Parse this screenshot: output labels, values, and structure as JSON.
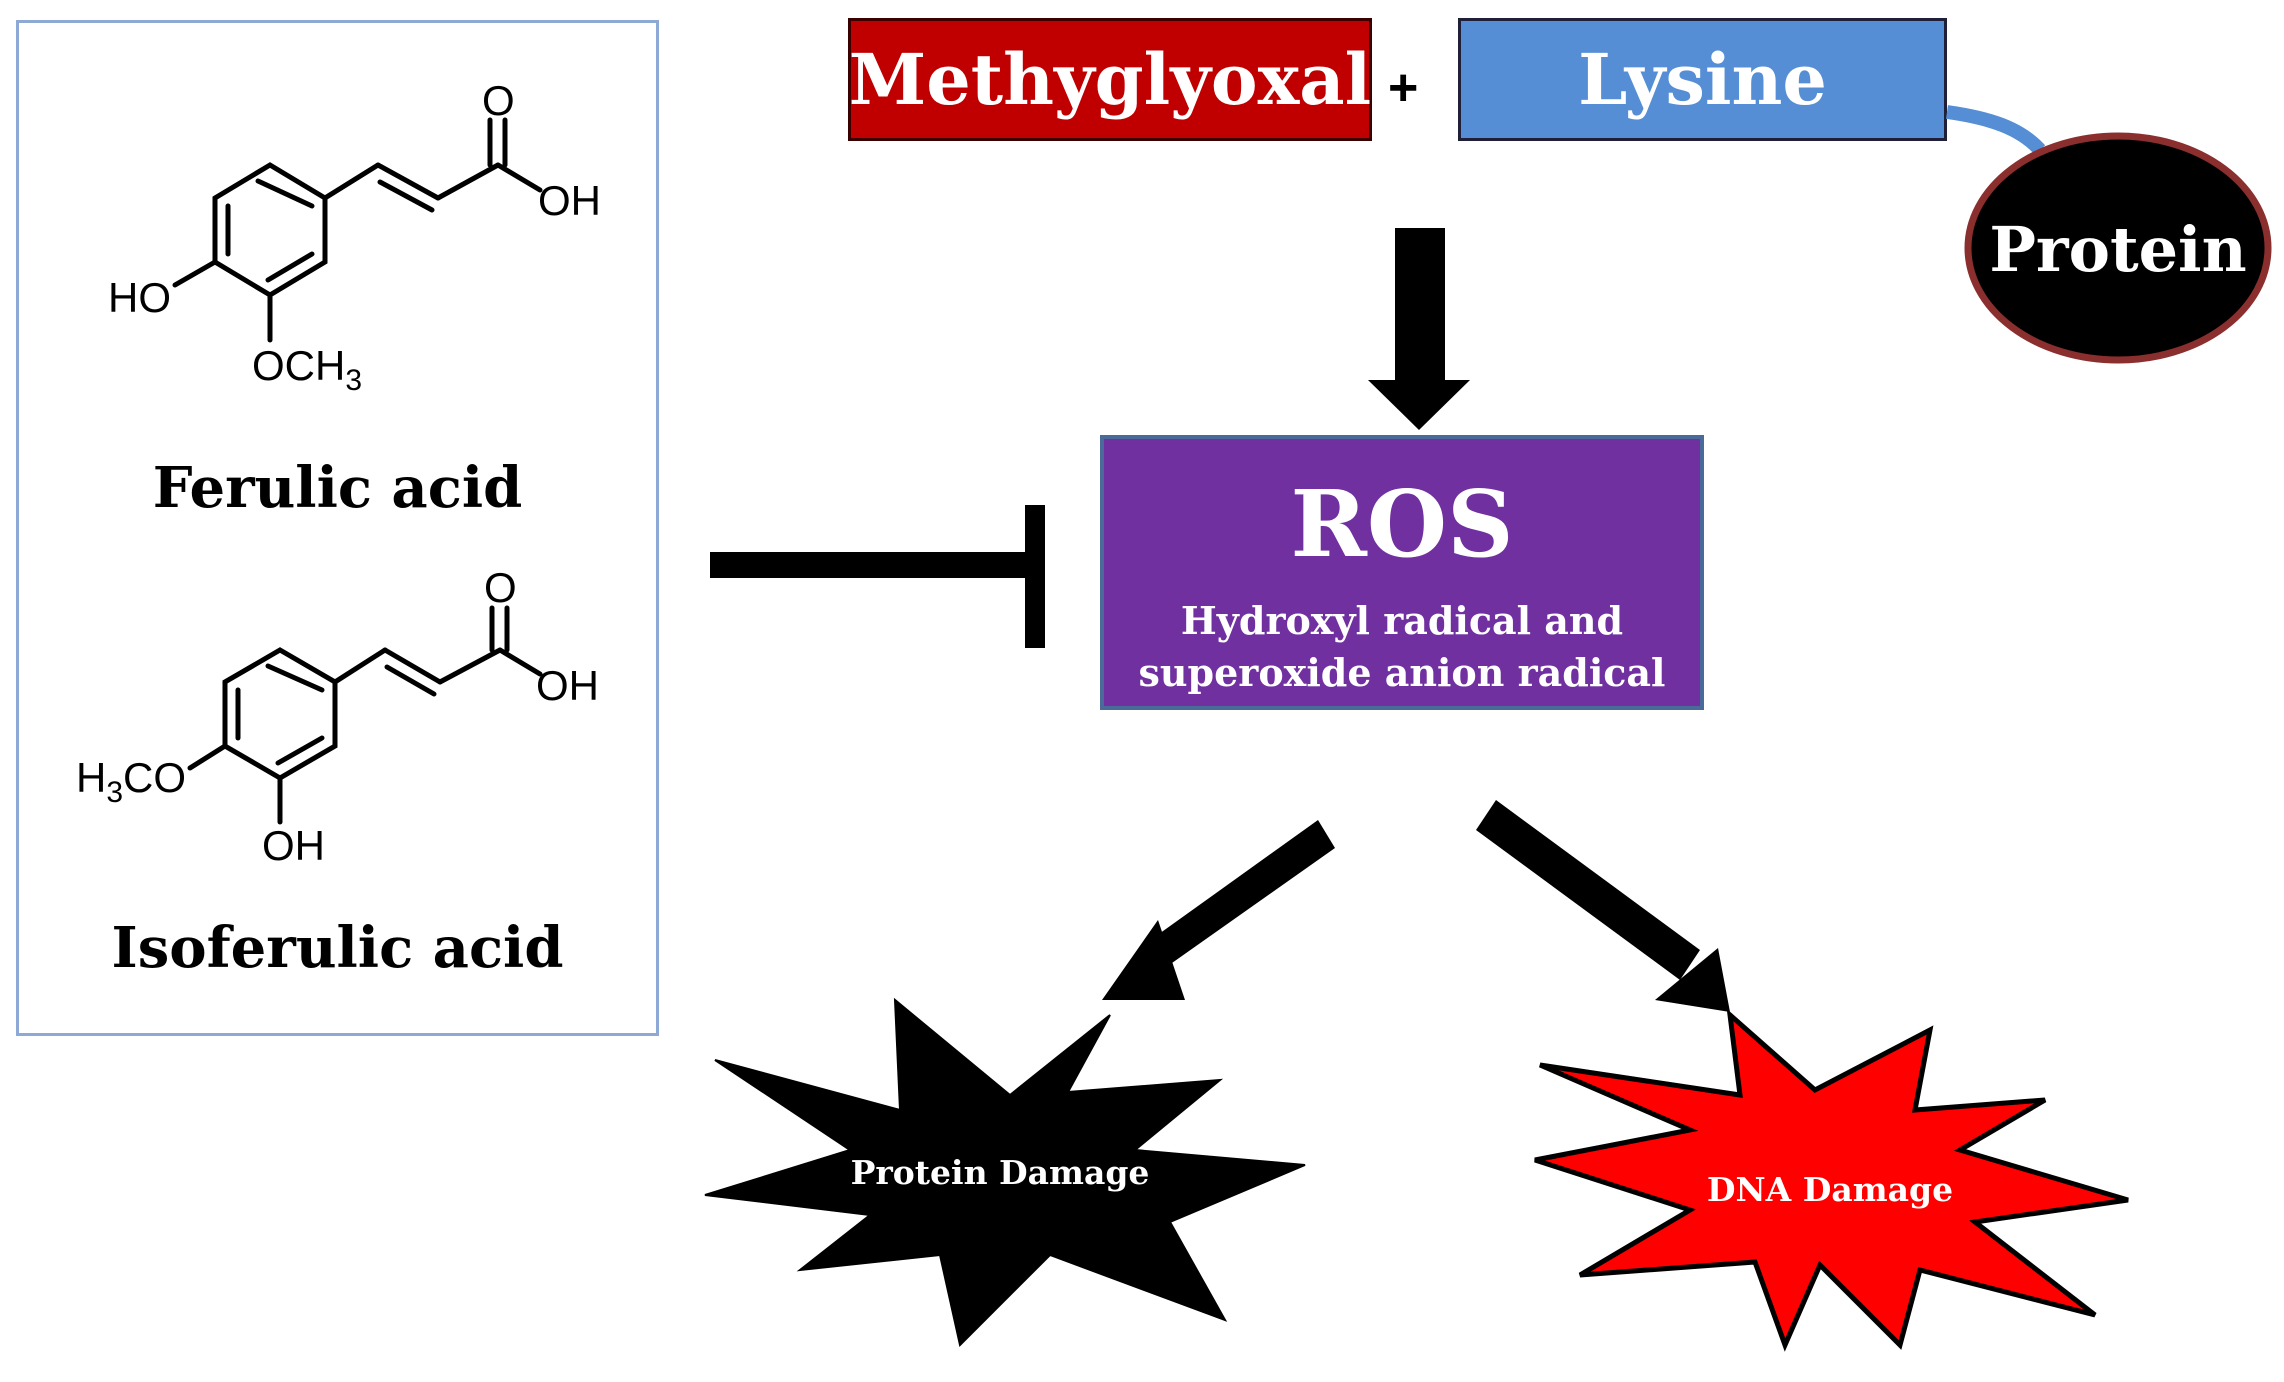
{
  "inhibitors": {
    "compound1": {
      "name": "Ferulic acid",
      "groups": {
        "carbonyl_o": "O",
        "acid_oh": "OH",
        "ring_oh": "HO",
        "methoxy": "OCH",
        "methoxy_sub": "3"
      }
    },
    "compound2": {
      "name": "Isoferulic acid",
      "groups": {
        "carbonyl_o": "O",
        "acid_oh": "OH",
        "methoxy_pre": "H",
        "methoxy_sub": "3",
        "methoxy_post": "CO",
        "ring_oh": "OH"
      }
    }
  },
  "reactants": {
    "methylglyoxal": "Methyglyoxal",
    "plus": "+",
    "lysine": "Lysine",
    "protein": "Protein"
  },
  "ros": {
    "title": "ROS",
    "line1": "Hydroxyl radical and",
    "line2": "superoxide  anion radical"
  },
  "outcomes": {
    "protein_damage": "Protein Damage",
    "dna_damage": "DNA Damage"
  },
  "colors": {
    "methylglyoxal_box": "#c00000",
    "lysine_box": "#558ed5",
    "ros_box": "#7030a0",
    "protein_fill": "#000000",
    "protein_border": "#8b2e2e",
    "dna_burst": "#ff0000",
    "protein_burst": "#000000",
    "panel_border": "#8ea9d6"
  }
}
